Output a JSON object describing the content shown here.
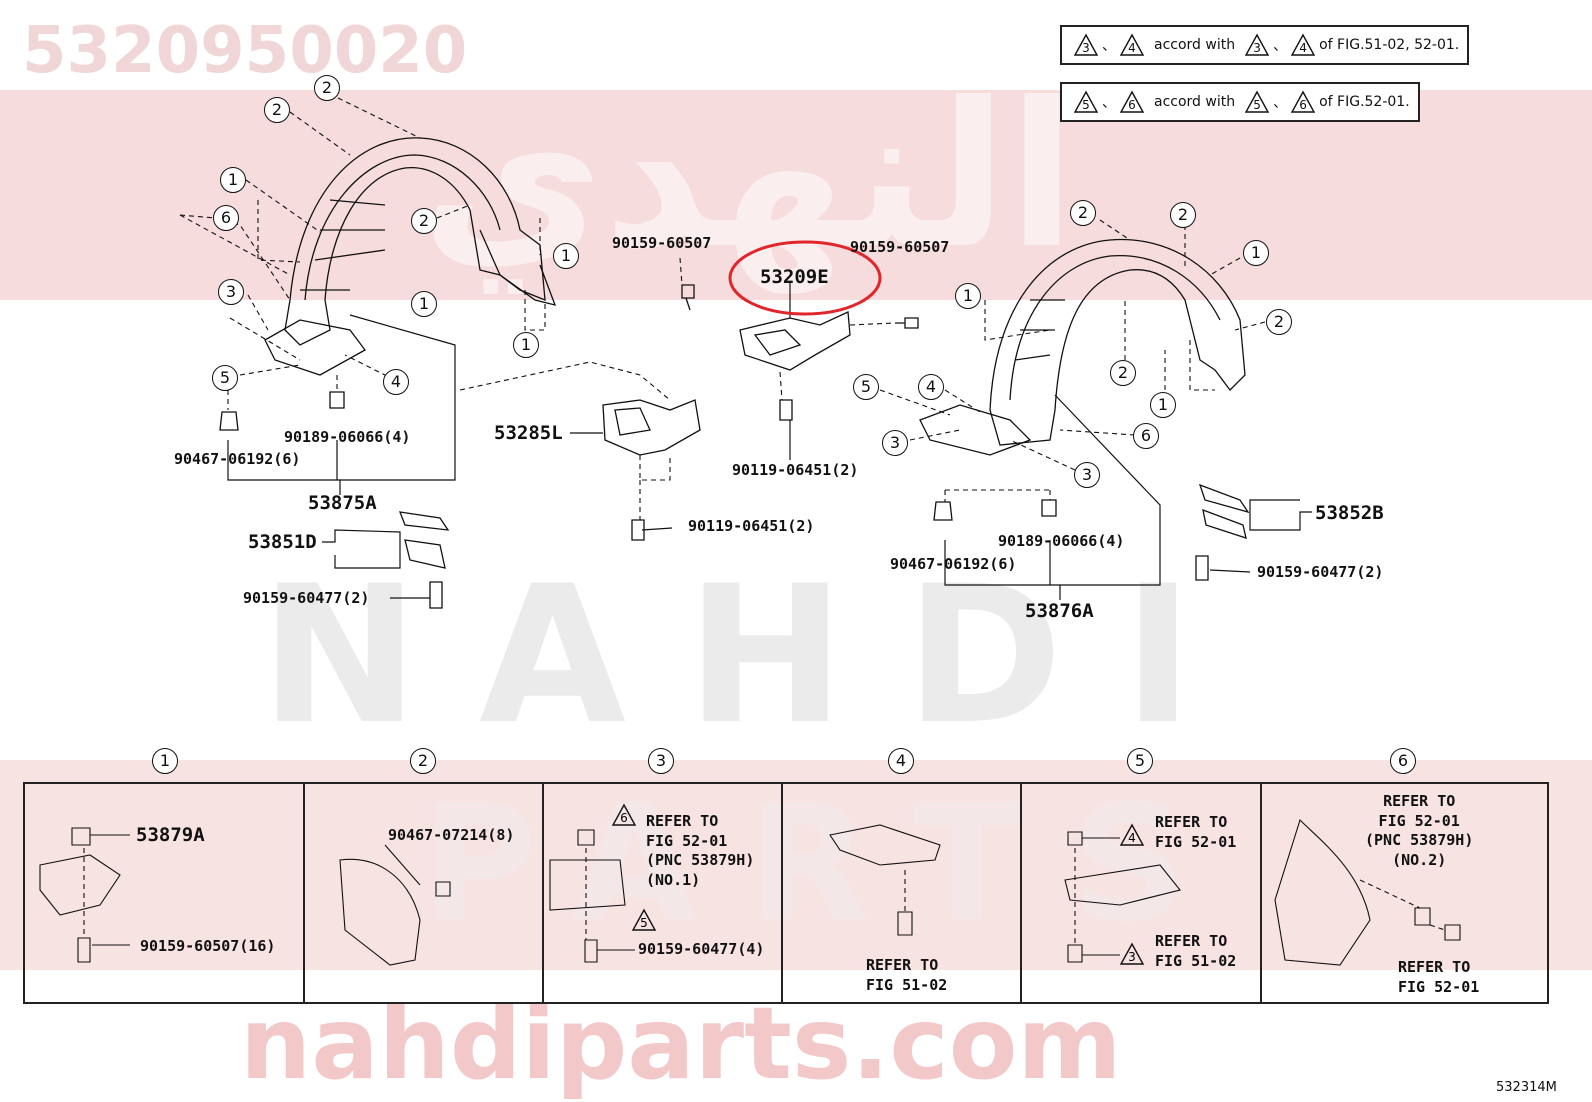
{
  "watermark": {
    "part_number": "5320950020",
    "arabic": "النهدي",
    "brand_upper": "NAHDI",
    "brand_parts": "PARTS",
    "url": "nahdiparts.com"
  },
  "figure_code": "532314M",
  "notes": [
    {
      "tri_a": "3",
      "tri_b": "4",
      "text": "accord with",
      "tri_c": "3",
      "tri_d": "4",
      "suffix": "of FIG.51-02, 52-01."
    },
    {
      "tri_a": "5",
      "tri_b": "6",
      "text": "accord with",
      "tri_c": "5",
      "tri_d": "6",
      "suffix": "of FIG.52-01."
    }
  ],
  "parts": {
    "p53209e": "53209E",
    "p53285l": "53285L",
    "p53875a": "53875A",
    "p53876a": "53876A",
    "p53851d": "53851D",
    "p53852b": "53852B",
    "bolt_60507_left": "90159-60507",
    "bolt_60507_right": "90159-60507",
    "bolt_06451_mid": "90119-06451(2)",
    "bolt_06451_low": "90119-06451(2)",
    "clip_06066_left": "90189-06066(4)",
    "clip_06066_right": "90189-06066(4)",
    "clip_06192_left": "90467-06192(6)",
    "clip_06192_right": "90467-06192(6)",
    "screw_60477_left": "90159-60477(2)",
    "screw_60477_right": "90159-60477(2)"
  },
  "callouts": {
    "c2a": "2",
    "c2b": "2",
    "c1a": "1",
    "c6a": "6",
    "c2c": "2",
    "c1b": "1",
    "c3a": "3",
    "c1c": "1",
    "c1d": "1",
    "c5a": "5",
    "c4a": "4",
    "r2a": "2",
    "r2b": "2",
    "r1a": "1",
    "r1b": "1",
    "r2c": "2",
    "r2d": "2",
    "r1c": "1",
    "r5": "5",
    "r4": "4",
    "r3a": "3",
    "r6": "6",
    "r3b": "3"
  },
  "detail_panels": [
    {
      "num": "1",
      "part_a": "53879A",
      "part_b": "90159-60507(16)"
    },
    {
      "num": "2",
      "part_a": "90467-07214(8)"
    },
    {
      "num": "3",
      "tri_top": "6",
      "ref_top": "REFER TO\nFIG 52-01\n(PNC 53879H)\n(NO.1)",
      "tri_bottom": "5",
      "part_a": "90159-60477(4)"
    },
    {
      "num": "4",
      "ref": "REFER TO\nFIG 51-02"
    },
    {
      "num": "5",
      "tri_top": "4",
      "ref_top": "REFER TO\nFIG 52-01",
      "tri_bottom": "3",
      "ref_bottom": "REFER TO\nFIG 51-02"
    },
    {
      "num": "6",
      "ref_top": "REFER TO\nFIG 52-01\n(PNC 53879H)\n(NO.2)",
      "ref_bottom": "REFER TO\nFIG 52-01"
    }
  ],
  "highlight": {
    "part": "53209E",
    "color": "#e0252b"
  }
}
